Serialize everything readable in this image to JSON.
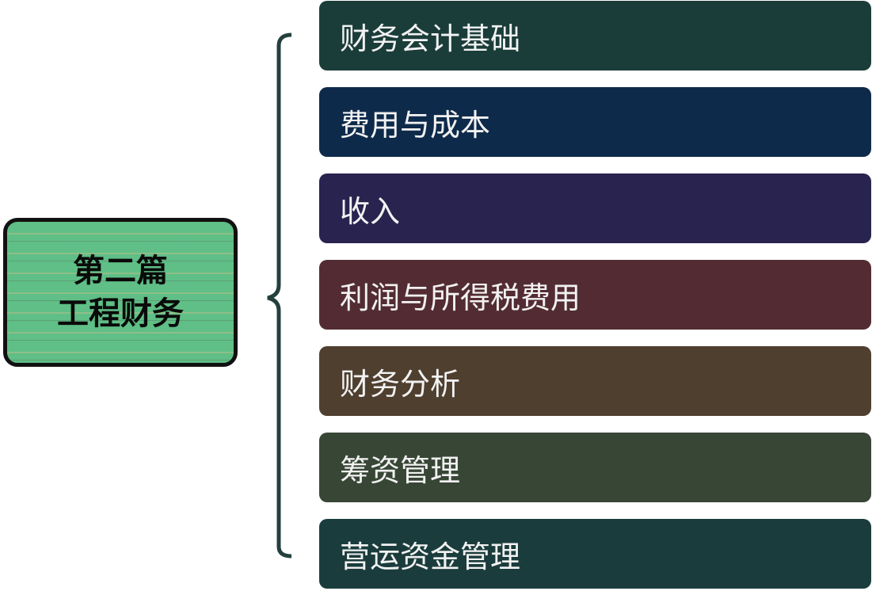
{
  "root": {
    "label": "第二篇\n工程财务",
    "color": "#5fbf86"
  },
  "children": [
    {
      "label": "财务会计基础",
      "color": "#1b3d3a"
    },
    {
      "label": "费用与成本",
      "color": "#0e2a4b"
    },
    {
      "label": "收入",
      "color": "#28234f"
    },
    {
      "label": "利润与所得税费用",
      "color": "#532c33"
    },
    {
      "label": "财务分析",
      "color": "#4f3f2f"
    },
    {
      "label": "筹资管理",
      "color": "#384636"
    },
    {
      "label": "营运资金管理",
      "color": "#1b3c3c"
    }
  ],
  "connector_color": "#24403c"
}
